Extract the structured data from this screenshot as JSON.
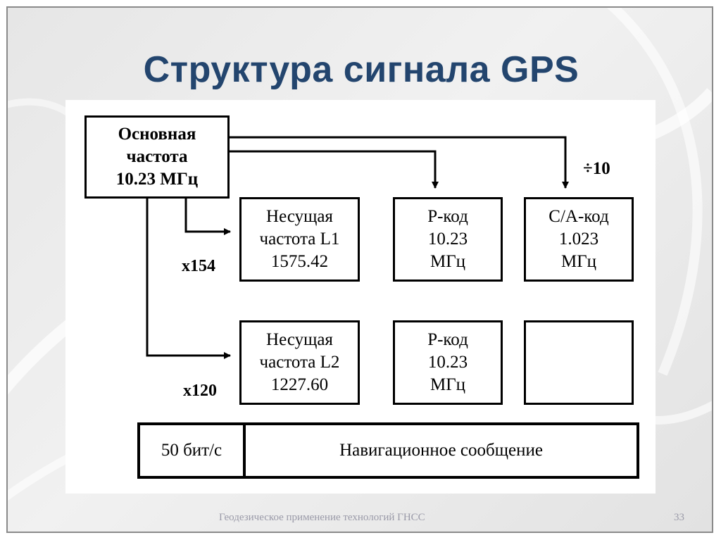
{
  "slide": {
    "title": "Структура сигнала GPS",
    "footer": "Геодезическое применение технологий ГНСС",
    "page_number": "33"
  },
  "diagram": {
    "master": {
      "line1": "Основная",
      "line2": "частота",
      "line3": "10.23 МГц"
    },
    "divider_label": "÷10",
    "mult_l1": "x154",
    "mult_l2": "x120",
    "l1_carrier": {
      "line1": "Несущая",
      "line2": "частота L1",
      "line3": "1575.42"
    },
    "l1_pcode": {
      "line1": "P-код",
      "line2": "10.23",
      "line3": "МГц"
    },
    "l1_cacode": {
      "line1": "C/A-код",
      "line2": "1.023",
      "line3": "МГц"
    },
    "l2_carrier": {
      "line1": "Несущая",
      "line2": "частота L2",
      "line3": "1227.60"
    },
    "l2_pcode": {
      "line1": "P-код",
      "line2": "10.23",
      "line3": "МГц"
    },
    "nav_rate": "50 бит/с",
    "nav_message": "Навигационное сообщение"
  },
  "colors": {
    "title": "#23456e",
    "footer": "#9a9aa8",
    "lines": "#000000"
  }
}
